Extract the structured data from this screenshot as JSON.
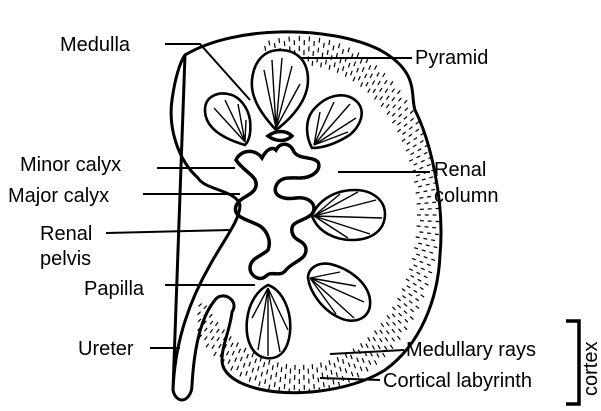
{
  "labels": {
    "medulla": "Medulla",
    "pyramid": "Pyramid",
    "minor_calyx": "Minor calyx",
    "major_calyx": "Major calyx",
    "renal_column_1": "Renal",
    "renal_column_2": "column",
    "renal_pelvis_1": "Renal",
    "renal_pelvis_2": "pelvis",
    "papilla": "Papilla",
    "ureter": "Ureter",
    "medullary_rays": "Medullary rays",
    "cortical_labyrinth": "Cortical labyrinth",
    "cortex": "cortex"
  }
}
